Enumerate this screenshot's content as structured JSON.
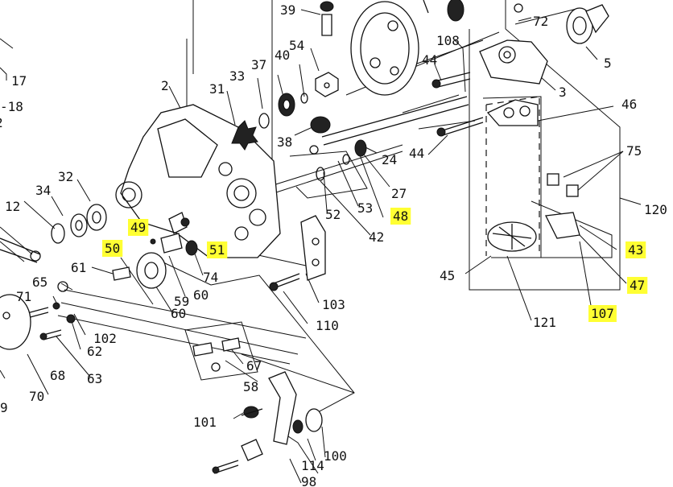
{
  "highlight_color": "#ffff33",
  "labels": [
    {
      "id": "17",
      "text": "17"
    },
    {
      "id": "18",
      "text": "-18"
    },
    {
      "id": "2a",
      "text": "2"
    },
    {
      "id": "12",
      "text": "12"
    },
    {
      "id": "34",
      "text": "34"
    },
    {
      "id": "32",
      "text": "32"
    },
    {
      "id": "2",
      "text": "2"
    },
    {
      "id": "31",
      "text": "31"
    },
    {
      "id": "33",
      "text": "33"
    },
    {
      "id": "37",
      "text": "37"
    },
    {
      "id": "40",
      "text": "40"
    },
    {
      "id": "54",
      "text": "54"
    },
    {
      "id": "39",
      "text": "39"
    },
    {
      "id": "38",
      "text": "38"
    },
    {
      "id": "72",
      "text": "72"
    },
    {
      "id": "108",
      "text": "108"
    },
    {
      "id": "44a",
      "text": "44"
    },
    {
      "id": "5",
      "text": "5"
    },
    {
      "id": "3",
      "text": "3"
    },
    {
      "id": "46",
      "text": "46"
    },
    {
      "id": "24",
      "text": "24"
    },
    {
      "id": "44b",
      "text": "44"
    },
    {
      "id": "27",
      "text": "27"
    },
    {
      "id": "75",
      "text": "75"
    },
    {
      "id": "120",
      "text": "120"
    },
    {
      "id": "52",
      "text": "52"
    },
    {
      "id": "53",
      "text": "53"
    },
    {
      "id": "42",
      "text": "42"
    },
    {
      "id": "74",
      "text": "74"
    },
    {
      "id": "61",
      "text": "61"
    },
    {
      "id": "59",
      "text": "59"
    },
    {
      "id": "60a",
      "text": "60"
    },
    {
      "id": "60b",
      "text": "60"
    },
    {
      "id": "65",
      "text": "65"
    },
    {
      "id": "71",
      "text": "71"
    },
    {
      "id": "102",
      "text": "102"
    },
    {
      "id": "62",
      "text": "62"
    },
    {
      "id": "103",
      "text": "103"
    },
    {
      "id": "110",
      "text": "110"
    },
    {
      "id": "45",
      "text": "45"
    },
    {
      "id": "121",
      "text": "121"
    },
    {
      "id": "68",
      "text": "68"
    },
    {
      "id": "63",
      "text": "63"
    },
    {
      "id": "67",
      "text": "67"
    },
    {
      "id": "58",
      "text": "58"
    },
    {
      "id": "70",
      "text": "70"
    },
    {
      "id": "9",
      "text": "9"
    },
    {
      "id": "101",
      "text": "101"
    },
    {
      "id": "114",
      "text": "114"
    },
    {
      "id": "100",
      "text": "100"
    },
    {
      "id": "98",
      "text": "98"
    }
  ],
  "highlighted_labels": [
    {
      "id": "49",
      "text": "49"
    },
    {
      "id": "50",
      "text": "50"
    },
    {
      "id": "51",
      "text": "51"
    },
    {
      "id": "48",
      "text": "48"
    },
    {
      "id": "43",
      "text": "43"
    },
    {
      "id": "47",
      "text": "47"
    },
    {
      "id": "107",
      "text": "107"
    }
  ]
}
